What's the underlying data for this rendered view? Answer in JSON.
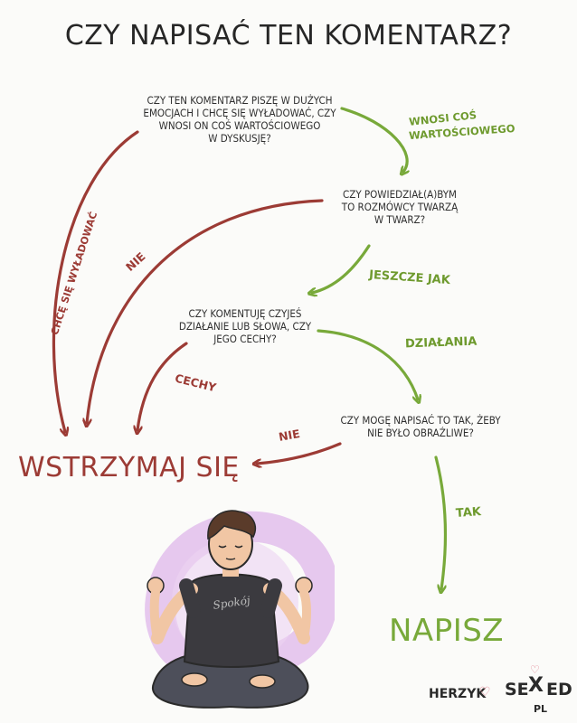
{
  "title": "CZY NAPISAĆ TEN KOMENTARZ?",
  "questions": {
    "q1": "CZY TEN KOMENTARZ PISZĘ W DUŻYCH\nEMOCJACH I CHCĘ SIĘ WYŁADOWAĆ, CZY\nWNOSI ON COŚ WARTOŚCIOWEGO\nW DYSKUSJĘ?",
    "q2": "CZY POWIEDZIAŁ(A)BYM\nTO ROZMÓWCY TWARZĄ\nW TWARZ?",
    "q3": "CZY KOMENTUJĘ CZYJEŚ\nDZIAŁANIE LUB SŁOWA, CZY\nJEGO CECHY?",
    "q4": "CZY MOGĘ NAPISAĆ TO TAK, ŻEBY\nNIE BYŁO OBRAŹLIWE?"
  },
  "labels": {
    "wnosi_line1": "WNOSI COŚ",
    "wnosi_line2": "WARTOŚCIOWEGO",
    "chce": "CHCĘ SIĘ WYŁADOWAĆ",
    "nie1": "NIE",
    "jeszcze_jak": "JESZCZE JAK",
    "cechy": "CECHY",
    "dzialania": "DZIAŁANIA",
    "nie2": "NIE",
    "tak": "TAK"
  },
  "outcomes": {
    "stop": "WSTRZYMAJ SIĘ",
    "write": "NAPISZ"
  },
  "shirt_text": "Spokój",
  "credits": {
    "author": "HERZYK",
    "brand_left": "SE",
    "brand_x": "X",
    "brand_right": "ED",
    "brand_sub": "PL"
  },
  "colors": {
    "red": "#9c3b35",
    "green": "#78a93a",
    "text": "#2a2a2a",
    "halo": "#e6c8ee"
  }
}
